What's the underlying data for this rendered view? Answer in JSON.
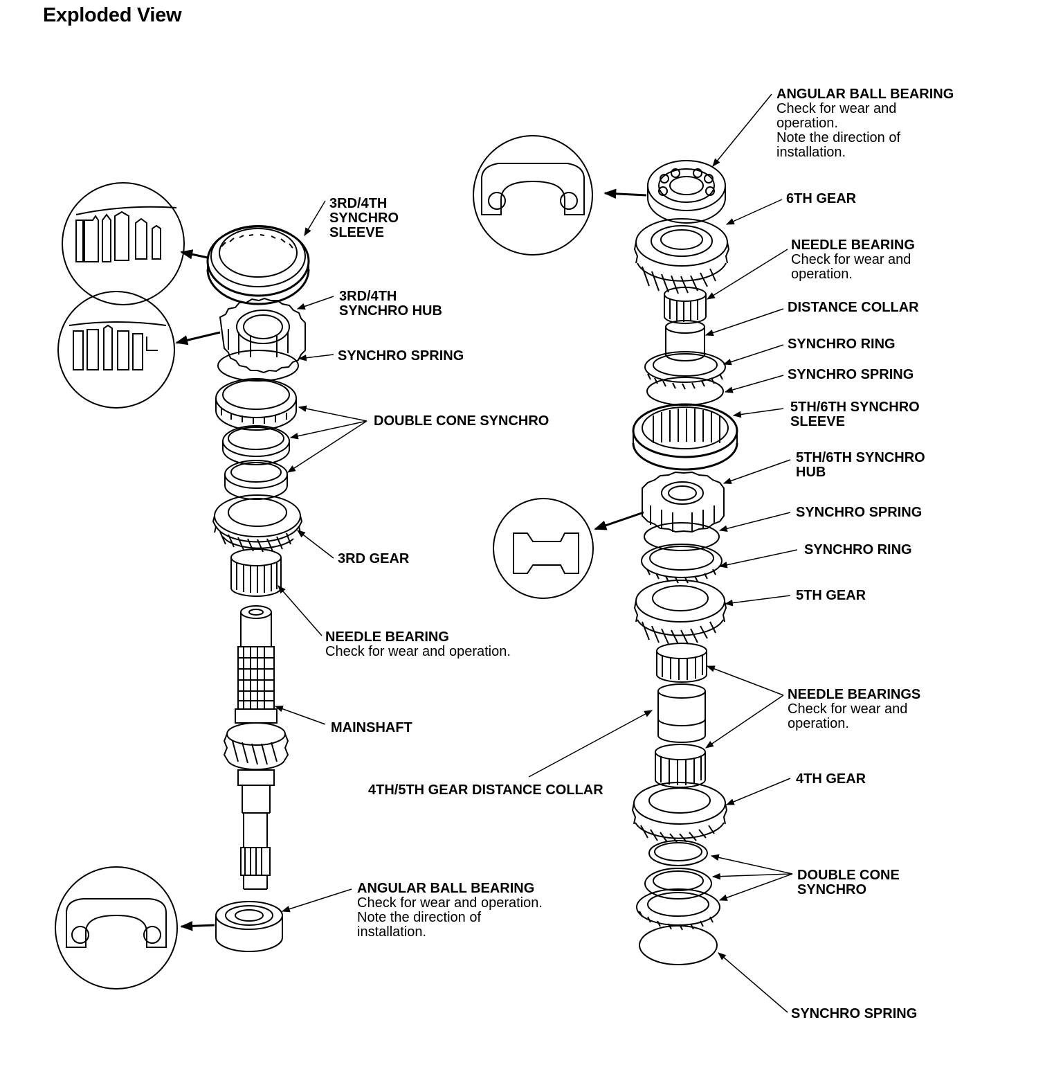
{
  "title": "Exploded View",
  "labels": {
    "sync34_sleeve": [
      "3RD/4TH",
      "SYNCHRO",
      "SLEEVE"
    ],
    "sync34_hub": [
      "3RD/4TH",
      "SYNCHRO HUB"
    ],
    "sync_spring_left": "SYNCHRO SPRING",
    "double_cone_left": "DOUBLE CONE SYNCHRO",
    "gear3": "3RD GEAR",
    "needle_left": {
      "title": "NEEDLE BEARING",
      "note": "Check for wear and operation."
    },
    "mainshaft": "MAINSHAFT",
    "angular_left": {
      "title": "ANGULAR BALL BEARING",
      "note": [
        "Check for wear and operation.",
        "Note the direction of",
        "installation."
      ]
    },
    "angular_right": {
      "title": "ANGULAR BALL BEARING",
      "note": [
        "Check for wear and",
        "operation.",
        "Note the direction of",
        "installation."
      ]
    },
    "gear6": "6TH GEAR",
    "needle_right": {
      "title": "NEEDLE BEARING",
      "note": [
        "Check for wear and",
        "operation."
      ]
    },
    "distance_collar": "DISTANCE COLLAR",
    "sync_ring_top": "SYNCHRO RING",
    "sync_spring_r1": "SYNCHRO SPRING",
    "sync56_sleeve": [
      "5TH/6TH SYNCHRO",
      "SLEEVE"
    ],
    "sync56_hub": [
      "5TH/6TH SYNCHRO",
      "HUB"
    ],
    "sync_spring_r2": "SYNCHRO SPRING",
    "sync_ring_r2": "SYNCHRO RING",
    "gear5": "5TH GEAR",
    "needle_bearings": {
      "title": "NEEDLE BEARINGS",
      "note": [
        "Check for wear and",
        "operation."
      ]
    },
    "collar45": "4TH/5TH GEAR DISTANCE COLLAR",
    "gear4": "4TH GEAR",
    "double_cone_right": [
      "DOUBLE CONE",
      "SYNCHRO"
    ],
    "sync_spring_bottom": "SYNCHRO SPRING"
  }
}
